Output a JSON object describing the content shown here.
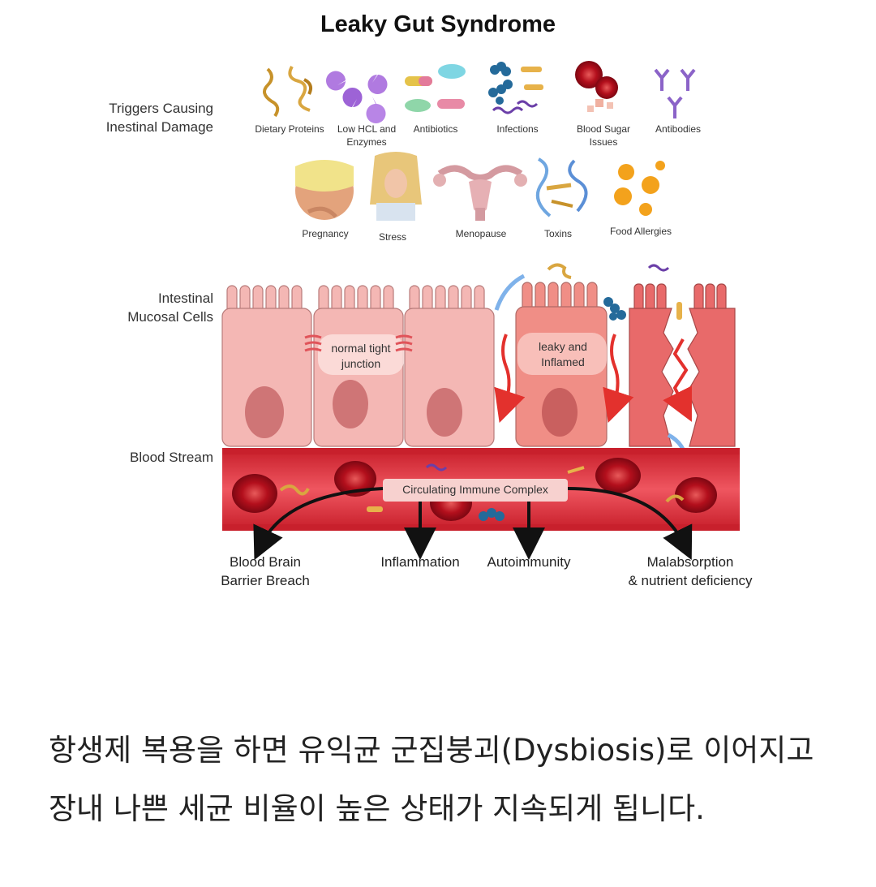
{
  "title": "Leaky Gut Syndrome",
  "side_labels": {
    "triggers_line1": "Triggers Causing",
    "triggers_line2": "Inestinal Damage",
    "mucosal_line1": "Intestinal",
    "mucosal_line2": "Mucosal Cells",
    "blood": "Blood Stream"
  },
  "triggers_row1": [
    {
      "line1": "Dietary Proteins",
      "line2": "",
      "icon": "protein-strands-icon"
    },
    {
      "line1": "Low HCL and",
      "line2": "Enzymes",
      "icon": "enzyme-pacman-icon"
    },
    {
      "line1": "Antibiotics",
      "line2": "",
      "icon": "pill-capsules-icon"
    },
    {
      "line1": "Infections",
      "line2": "",
      "icon": "bacteria-icon"
    },
    {
      "line1": "Blood Sugar",
      "line2": "Issues",
      "icon": "blood-cells-icon"
    },
    {
      "line1": "Antibodies",
      "line2": "",
      "icon": "antibody-y-icon"
    }
  ],
  "triggers_row2": [
    {
      "label": "Pregnancy",
      "icon": "pregnant-belly-icon"
    },
    {
      "label": "Stress",
      "icon": "stressed-person-icon"
    },
    {
      "label": "Menopause",
      "icon": "uterus-icon"
    },
    {
      "label": "Toxins",
      "icon": "toxin-strands-icon"
    },
    {
      "label": "Food Allergies",
      "icon": "pollen-spheres-icon"
    }
  ],
  "cell_labels": {
    "normal_line1": "normal tight",
    "normal_line2": "junction",
    "leaky_line1": "leaky and",
    "leaky_line2": "Inflamed"
  },
  "immune_complex": "Circulating Immune Complex",
  "outcomes": {
    "bbb_line1": "Blood Brain",
    "bbb_line2": "Barrier Breach",
    "inflammation": "Inflammation",
    "autoimmunity": "Autoimmunity",
    "malab_line1": "Malabsorption",
    "malab_line2": "& nutrient deficiency"
  },
  "colors": {
    "cell_normal": "#f4b7b4",
    "cell_inflamed": "#f08e86",
    "cell_damaged": "#e86a6a",
    "nucleus": "#cf7576",
    "blood_vessel": "#d9323c",
    "blood_cell": "#b5101e",
    "arrow_red": "#e3312d"
  },
  "caption": "항생제 복용을 하면 유익균 군집붕괴(Dysbiosis)로 이어지고 장내 나쁜 세균 비율이 높은 상태가 지속되게 됩니다."
}
